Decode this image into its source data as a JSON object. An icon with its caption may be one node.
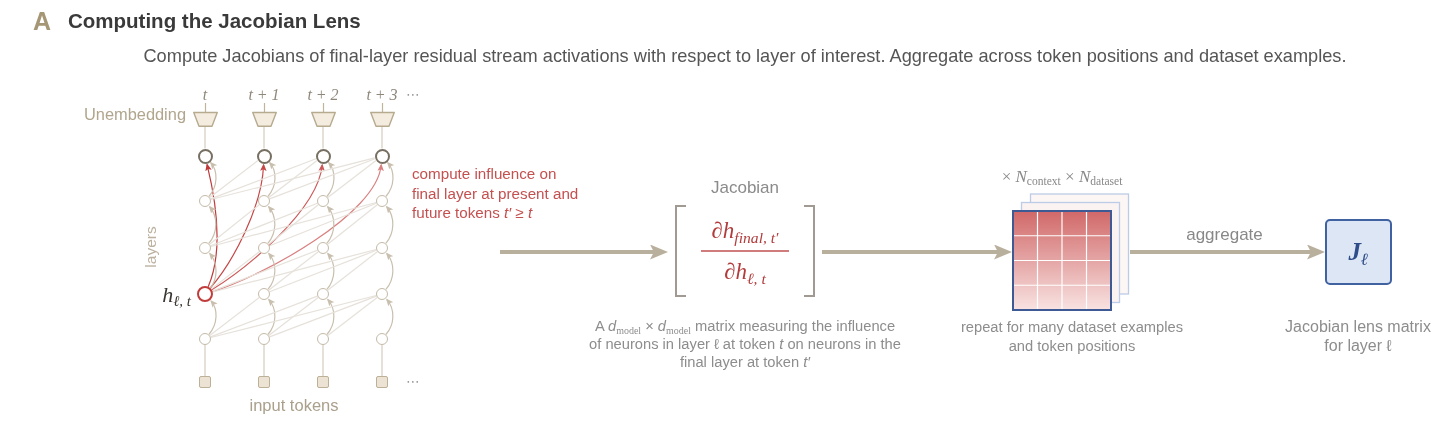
{
  "diagram": {
    "title": "Computing the Jacobian Lens",
    "caption": "Compute Jacobians of final-layer residual stream activations with respect to layer of interest. Aggregate across token positions and dataset examples.",
    "nodes": [
      {
        "text": [],
        "shape": "trapezoid",
        "beside": [
          "t"
        ]
      },
      {
        "text": [],
        "shape": "trapezoid",
        "beside": [
          "t + 1"
        ]
      },
      {
        "text": [],
        "shape": "trapezoid",
        "beside": [
          "t + 2"
        ]
      },
      {
        "text": [],
        "shape": "trapezoid",
        "beside": [
          "t + 3"
        ]
      },
      {
        "text": [],
        "shape": "circle"
      },
      {
        "text": [],
        "shape": "circle"
      },
      {
        "text": [],
        "shape": "circle"
      },
      {
        "text": [],
        "shape": "circle"
      },
      {
        "text": [],
        "shape": "circle"
      },
      {
        "text": [],
        "shape": "circle"
      },
      {
        "text": [],
        "shape": "circle"
      },
      {
        "text": [],
        "shape": "circle"
      },
      {
        "text": [],
        "shape": "circle"
      },
      {
        "text": [],
        "shape": "circle"
      },
      {
        "text": [],
        "shape": "circle"
      },
      {
        "text": [],
        "shape": "circle"
      },
      {
        "text": [],
        "shape": "circle",
        "beside": [
          "h$_{ℓ, t}$"
        ]
      },
      {
        "text": [],
        "shape": "circle"
      },
      {
        "text": [],
        "shape": "circle"
      },
      {
        "text": [],
        "shape": "circle"
      },
      {
        "text": [],
        "shape": "circle"
      },
      {
        "text": [],
        "shape": "circle"
      },
      {
        "text": [],
        "shape": "circle"
      },
      {
        "text": [],
        "shape": "circle"
      },
      {
        "text": [],
        "shape": "box"
      },
      {
        "text": [],
        "shape": "box"
      },
      {
        "text": [],
        "shape": "box"
      },
      {
        "text": [],
        "shape": "box"
      },
      {
        "text": [
          "Jacobian",
          "∂h$_{final, t′}$",
          "∂h$_{ℓ, t}$"
        ],
        "beside": [
          "A *d*$_{model}$ × *d*$_{model}$ matrix measuring the influence of neurons in layer ℓ at token *t* on neurons in the final layer at token *t′*"
        ]
      },
      {
        "text": [],
        "shape": "grid",
        "beside": [
          "× *N*$_{context}$ × *N*$_{dataset}$",
          "repeat for many dataset examples and token positions"
        ]
      },
      {
        "text": [
          "J$_{ℓ}$"
        ],
        "beside": [
          "Jacobian lens matrix for layer ℓ"
        ]
      }
    ],
    "edges": [
      {
        "from": 16,
        "to": 4,
        "arrow": "to",
        "color": "#c0393a"
      },
      {
        "from": 16,
        "to": 5,
        "arrow": "to",
        "color": "#c54646"
      },
      {
        "from": 16,
        "to": 6,
        "arrow": "to",
        "color": "#cd5a5a"
      },
      {
        "from": 16,
        "to": 7,
        "arrow": "to",
        "color": "#da8080"
      },
      {
        "from": 24,
        "to": 20,
        "arrow": "none",
        "color": "#d6cdbe"
      },
      {
        "from": 25,
        "to": 21,
        "arrow": "none",
        "color": "#d6cdbe"
      },
      {
        "from": 26,
        "to": 22,
        "arrow": "none",
        "color": "#d6cdbe"
      },
      {
        "from": 27,
        "to": 23,
        "arrow": "none",
        "color": "#d6cdbe"
      },
      {
        "from": 20,
        "to": 16,
        "arrow": "to",
        "color": "#c9bfae"
      },
      {
        "from": 21,
        "to": 17,
        "arrow": "to",
        "color": "#c9bfae"
      },
      {
        "from": 22,
        "to": 18,
        "arrow": "to",
        "color": "#c9bfae"
      },
      {
        "from": 23,
        "to": 19,
        "arrow": "to",
        "color": "#c9bfae"
      },
      {
        "from": 16,
        "to": 12,
        "arrow": "to",
        "color": "#c9bfae"
      },
      {
        "from": 17,
        "to": 13,
        "arrow": "to",
        "color": "#c9bfae"
      },
      {
        "from": 18,
        "to": 14,
        "arrow": "to",
        "color": "#c9bfae"
      },
      {
        "from": 19,
        "to": 15,
        "arrow": "to",
        "color": "#c9bfae"
      },
      {
        "from": 12,
        "to": 8,
        "arrow": "to",
        "color": "#c9bfae"
      },
      {
        "from": 13,
        "to": 9,
        "arrow": "to",
        "color": "#c9bfae"
      },
      {
        "from": 14,
        "to": 10,
        "arrow": "to",
        "color": "#c9bfae"
      },
      {
        "from": 15,
        "to": 11,
        "arrow": "to",
        "color": "#c9bfae"
      },
      {
        "from": 8,
        "to": 4,
        "arrow": "to",
        "color": "#c9bfae"
      },
      {
        "from": 9,
        "to": 5,
        "arrow": "to",
        "color": "#c9bfae"
      },
      {
        "from": 10,
        "to": 6,
        "arrow": "to",
        "color": "#c9bfae"
      },
      {
        "from": 11,
        "to": 7,
        "arrow": "to",
        "color": "#c9bfae"
      },
      {
        "from": 4,
        "to": 0,
        "arrow": "none",
        "color": "#d6cdbe"
      },
      {
        "from": 5,
        "to": 1,
        "arrow": "none",
        "color": "#d6cdbe"
      },
      {
        "from": 6,
        "to": 2,
        "arrow": "none",
        "color": "#d6cdbe"
      },
      {
        "from": 7,
        "to": 3,
        "arrow": "none",
        "color": "#d6cdbe"
      },
      {
        "from": 20,
        "to": 17,
        "arrow": "none"
      },
      {
        "from": 20,
        "to": 18,
        "arrow": "none"
      },
      {
        "from": 20,
        "to": 19,
        "arrow": "none"
      },
      {
        "from": 21,
        "to": 18,
        "arrow": "none"
      },
      {
        "from": 21,
        "to": 19,
        "arrow": "none"
      },
      {
        "from": 22,
        "to": 19,
        "arrow": "none"
      },
      {
        "from": 16,
        "to": 13,
        "arrow": "none"
      },
      {
        "from": 16,
        "to": 14,
        "arrow": "none"
      },
      {
        "from": 16,
        "to": 15,
        "arrow": "none"
      },
      {
        "from": 17,
        "to": 14,
        "arrow": "none"
      },
      {
        "from": 17,
        "to": 15,
        "arrow": "none"
      },
      {
        "from": 18,
        "to": 15,
        "arrow": "none"
      },
      {
        "from": 12,
        "to": 9,
        "arrow": "none"
      },
      {
        "from": 12,
        "to": 10,
        "arrow": "none"
      },
      {
        "from": 12,
        "to": 11,
        "arrow": "none"
      },
      {
        "from": 13,
        "to": 10,
        "arrow": "none"
      },
      {
        "from": 13,
        "to": 11,
        "arrow": "none"
      },
      {
        "from": 14,
        "to": 11,
        "arrow": "none"
      },
      {
        "from": 8,
        "to": 5,
        "arrow": "none"
      },
      {
        "from": 8,
        "to": 6,
        "arrow": "none"
      },
      {
        "from": 8,
        "to": 7,
        "arrow": "none"
      },
      {
        "from": 9,
        "to": 6,
        "arrow": "none"
      },
      {
        "from": 9,
        "to": 7,
        "arrow": "none"
      },
      {
        "from": 10,
        "to": 7,
        "arrow": "none"
      },
      {
        "from": null,
        "to": 28,
        "arrow": "to",
        "style": "thick",
        "color": "#b9af9d"
      },
      {
        "from": 28,
        "to": 29,
        "arrow": "to",
        "style": "thick",
        "color": "#b9af9d"
      },
      {
        "from": 29,
        "to": 30,
        "arrow": "to",
        "style": "thick",
        "color": "#b9af9d",
        "label": "aggregate"
      }
    ],
    "labels": [
      "A",
      "⋯",
      "Unembedding",
      "compute influence on final layer at present and future tokens *t′* ≥ *t*",
      "layers",
      "⋯",
      "input tokens"
    ]
  }
}
